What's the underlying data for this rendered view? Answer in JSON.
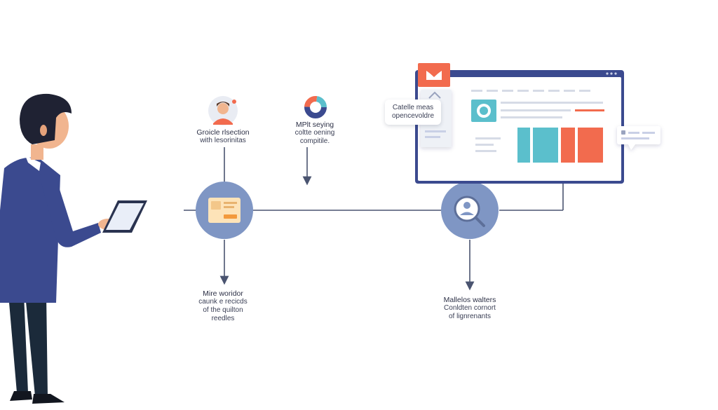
{
  "colors": {
    "navy": "#3b4a8f",
    "node_fill": "#7f96c4",
    "line": "#4a5470",
    "coral": "#f26b4e",
    "teal": "#5bbfcc",
    "skin": "#f1b58f",
    "hair": "#1f2233",
    "pants": "#1b2a3a"
  },
  "nodes": {
    "top_left": {
      "icon": "worker-avatar-icon",
      "lines": [
        "Groicle rlsection",
        "with lesorinitas"
      ]
    },
    "top_middle": {
      "icon": "donut-chart-icon",
      "lines": [
        "MPlt seying",
        "coltte oening",
        "compitile."
      ]
    },
    "hub_left": {
      "icon": "document-card-icon"
    },
    "hub_right": {
      "icon": "search-user-icon"
    },
    "bottom_left": {
      "lines": [
        "Mire woridor",
        "caunk e recicds",
        "of the quilton",
        "reedles"
      ]
    },
    "bottom_right": {
      "lines": [
        "Mallelos walters",
        "Conldten cornort",
        "of lignrenants"
      ]
    }
  },
  "callout": {
    "lines": [
      "Catelle meas",
      "opencevoldre"
    ]
  },
  "person": {
    "device_icon": "tablet-icon"
  },
  "dashboard": {
    "icons": [
      "mail-icon",
      "badge-icon",
      "chat-bubble-icon"
    ]
  }
}
